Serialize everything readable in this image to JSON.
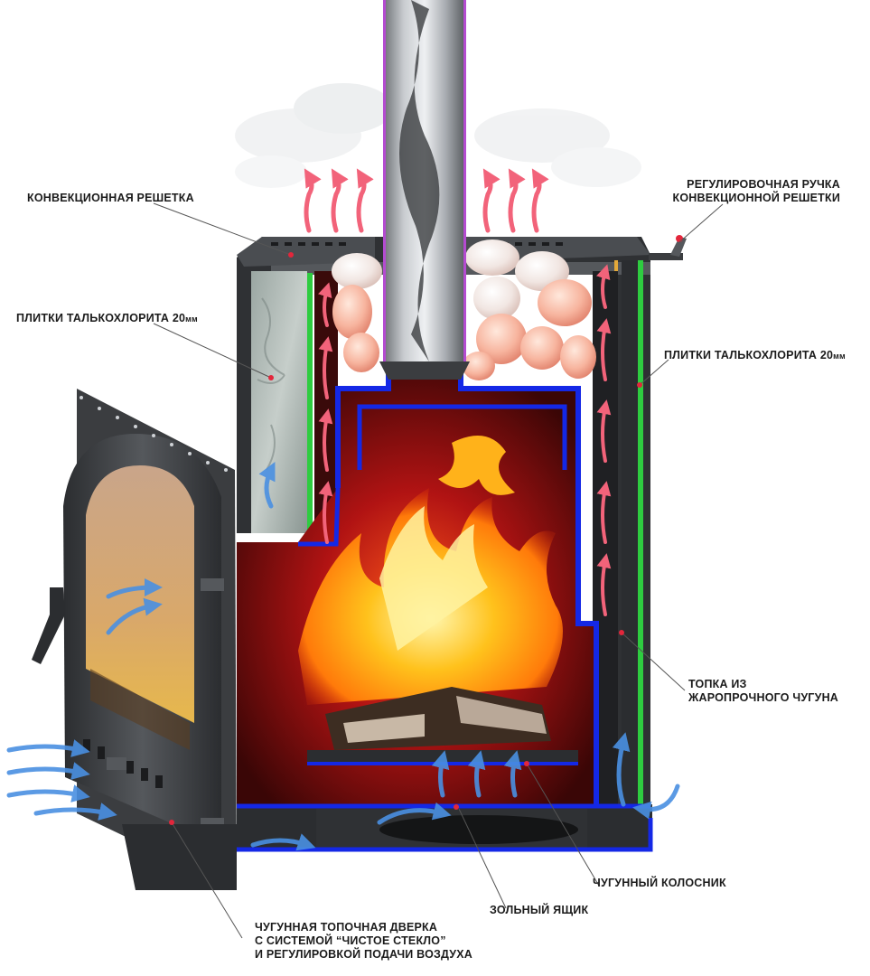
{
  "labels": {
    "convection_grille": "КОНВЕКЦИОННАЯ РЕШЕТКА",
    "talc_tiles_left": "ПЛИТКИ ТАЛЬКОХЛОРИТА 20",
    "talc_tiles_left_unit": "мм",
    "talc_tiles_right": "ПЛИТКИ ТАЛЬКОХЛОРИТА 20",
    "talc_tiles_right_unit": "мм",
    "adjust_handle_line1": "РЕГУЛИРОВОЧНАЯ РУЧКА",
    "adjust_handle_line2": "КОНВЕКЦИОННОЙ РЕШЕТКИ",
    "firebox_line1": "ТОПКА ИЗ",
    "firebox_line2": "ЖАРОПРОЧНОГО ЧУГУНА",
    "grate": "ЧУГУННЫЙ КОЛОСНИК",
    "ash_box": "ЗОЛЬНЫЙ ЯЩИК",
    "door_line1": "ЧУГУННАЯ ТОПОЧНАЯ ДВЕРКА",
    "door_line2": "С СИСТЕМОЙ “ЧИСТОЕ СТЕКЛО”",
    "door_line3": "И РЕГУЛИРОВКОЙ ПОДАЧИ ВОЗДУХА"
  },
  "colors": {
    "hot_air": "#f2637a",
    "cold_air": "#4a90e2",
    "firebox_outline": "#1428e6",
    "talc_layer": "#2ecc40",
    "cast_iron": "#3b3d40",
    "leader_line": "#555555",
    "marker_dot": "#e3263b"
  }
}
